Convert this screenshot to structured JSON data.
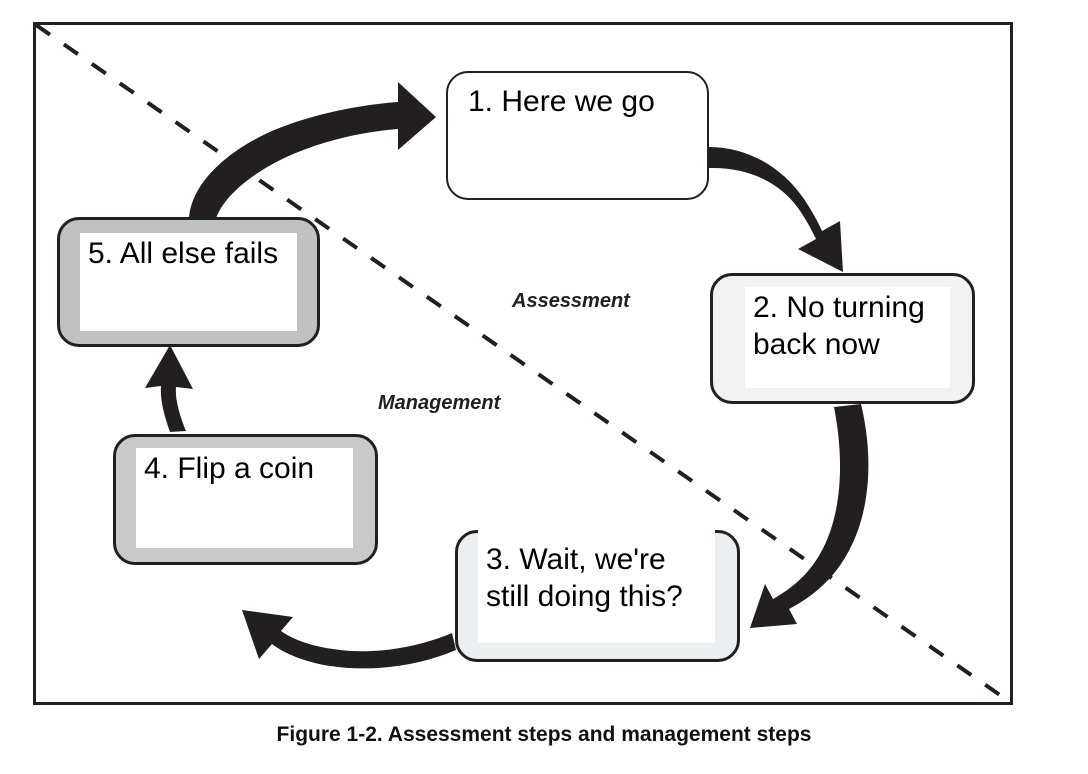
{
  "figure": {
    "caption": "Figure 1-2. Assessment steps and management steps",
    "frame_color": "#231f20",
    "divider": {
      "style": "dashed",
      "from": "top-left",
      "to": "bottom-right",
      "color": "#231f20"
    }
  },
  "regions": [
    {
      "name": "assessment",
      "label": "Assessment"
    },
    {
      "name": "management",
      "label": "Management"
    }
  ],
  "steps": [
    {
      "id": 1,
      "label": "1. Here we go",
      "fill": "#ffffff"
    },
    {
      "id": 2,
      "label": "2. No turning\nback now",
      "fill": "#f2f2f2"
    },
    {
      "id": 3,
      "label": "3. Wait, we're\nstill doing this?",
      "fill": "#eceff1"
    },
    {
      "id": 4,
      "label": "4. Flip a coin",
      "fill": "#c8c9cb"
    },
    {
      "id": 5,
      "label": "5. All else fails",
      "fill": "#bfc1c3"
    }
  ],
  "arrows": [
    {
      "name": "arrow-5-to-1",
      "from": 5,
      "to": 1,
      "color": "#231f20"
    },
    {
      "name": "arrow-1-to-2",
      "from": 1,
      "to": 2,
      "color": "#231f20"
    },
    {
      "name": "arrow-2-to-3",
      "from": 2,
      "to": 3,
      "color": "#231f20"
    },
    {
      "name": "arrow-3-to-4",
      "from": 3,
      "to": 4,
      "color": "#231f20"
    },
    {
      "name": "arrow-4-to-5",
      "from": 4,
      "to": 5,
      "color": "#231f20"
    }
  ]
}
